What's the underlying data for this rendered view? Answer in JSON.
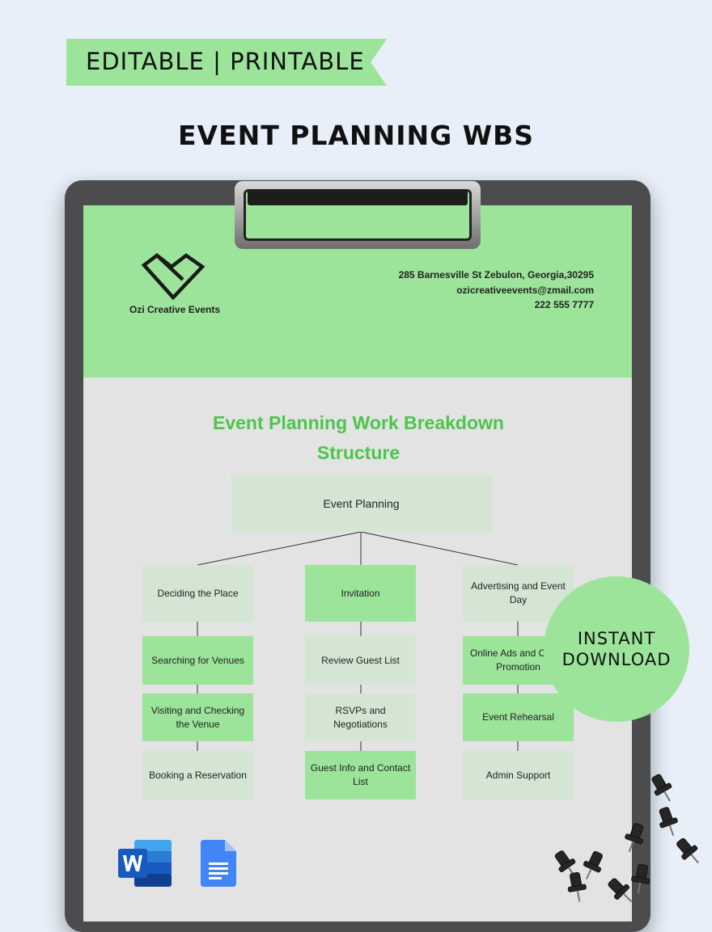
{
  "banner": {
    "label": "EDITABLE | PRINTABLE"
  },
  "page_title": "EVENT PLANNING WBS",
  "company": {
    "name": "Ozi Creative Events",
    "address": "285 Barnesville St Zebulon, Georgia,30295",
    "email": "ozicreativeevents@zmail.com",
    "phone": "222 555 7777"
  },
  "document": {
    "title_line1": "Event Planning Work Breakdown",
    "title_line2": "Structure"
  },
  "wbs": {
    "root": "Event Planning",
    "columns": [
      {
        "head": "Deciding the Place",
        "items": [
          "Searching for Venues",
          "Visiting and Checking the Venue",
          "Booking a Reservation"
        ]
      },
      {
        "head": "Invitation",
        "items": [
          "Review Guest List",
          "RSVPs and Negotiations",
          "Guest Info and Contact List"
        ]
      },
      {
        "head": "Advertising and Event Day",
        "items": [
          "Online Ads and Offline Promotion",
          "Event Rehearsal",
          "Admin Support"
        ]
      }
    ]
  },
  "badge": {
    "line1": "INSTANT",
    "line2": "DOWNLOAD"
  },
  "colors": {
    "accent_green": "#9be49a",
    "title_green": "#4cc54c",
    "pale_green": "#d4e6d3",
    "board": "#4c4c4e",
    "background": "#e8eff8"
  },
  "icons": [
    "word-icon",
    "google-docs-icon",
    "push-pin-icon"
  ]
}
